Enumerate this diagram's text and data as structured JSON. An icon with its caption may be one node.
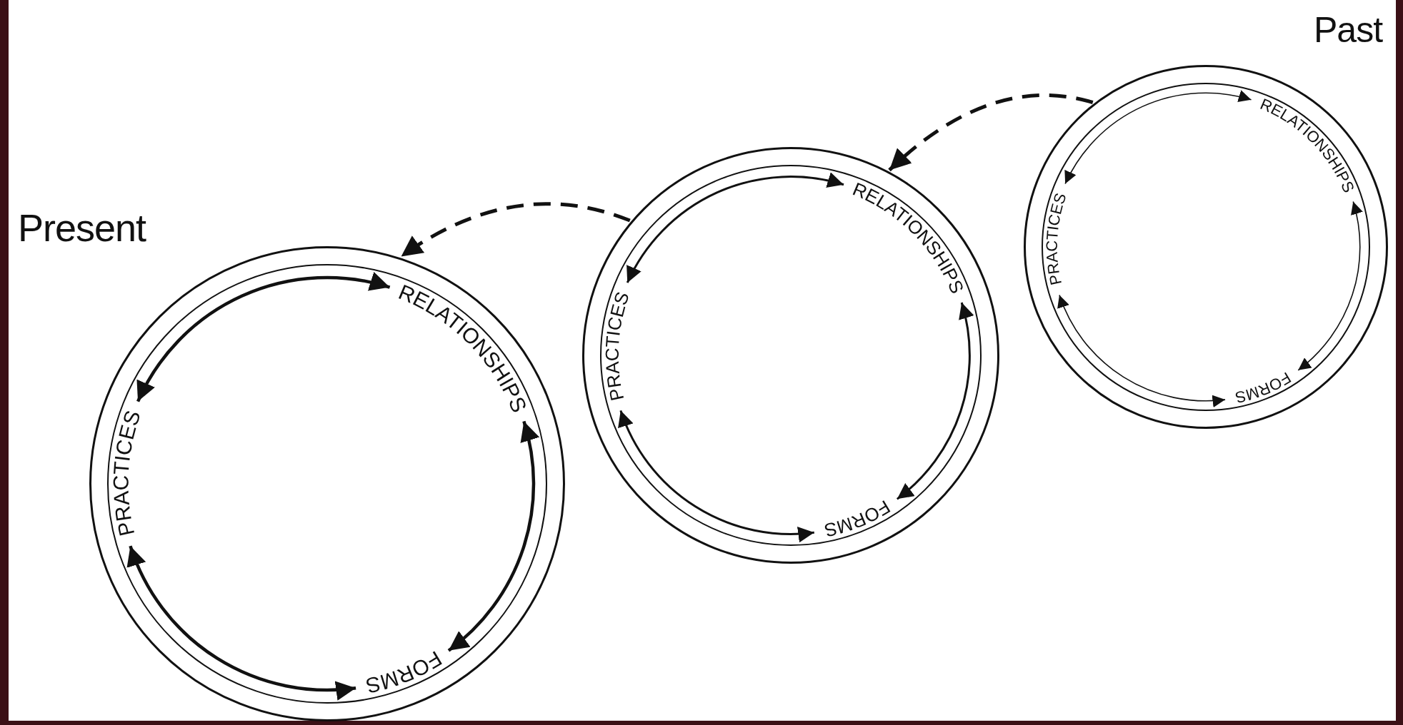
{
  "diagram": {
    "nodes": [
      {
        "text": [],
        "shape": "circle",
        "beside": [
          "Present"
        ]
      },
      {
        "text": [
          "RELATIONSHIPS"
        ],
        "in": 0
      },
      {
        "text": [
          "PRACTICES"
        ],
        "in": 0
      },
      {
        "text": [
          "FORMS"
        ],
        "in": 0
      },
      {
        "text": [],
        "shape": "circle"
      },
      {
        "text": [
          "RELATIONSHIPS"
        ],
        "in": 4
      },
      {
        "text": [
          "PRACTICES"
        ],
        "in": 4
      },
      {
        "text": [
          "FORMS"
        ],
        "in": 4
      },
      {
        "text": [],
        "shape": "circle",
        "beside": [
          "Past"
        ]
      },
      {
        "text": [
          "RELATIONSHIPS"
        ],
        "in": 8
      },
      {
        "text": [
          "PRACTICES"
        ],
        "in": 8
      },
      {
        "text": [
          "FORMS"
        ],
        "in": 8
      }
    ],
    "edges": [
      {
        "from": 2,
        "to": 1,
        "arrow": "both"
      },
      {
        "from": 1,
        "to": 3,
        "arrow": "both"
      },
      {
        "from": 2,
        "to": 3,
        "arrow": "both"
      },
      {
        "from": 6,
        "to": 5,
        "arrow": "both"
      },
      {
        "from": 5,
        "to": 7,
        "arrow": "both"
      },
      {
        "from": 6,
        "to": 7,
        "arrow": "both"
      },
      {
        "from": 10,
        "to": 9,
        "arrow": "both"
      },
      {
        "from": 9,
        "to": 11,
        "arrow": "both"
      },
      {
        "from": 10,
        "to": 11,
        "arrow": "both"
      },
      {
        "from": 8,
        "to": 4,
        "arrow": "to",
        "style": "dashed"
      },
      {
        "from": 4,
        "to": 0,
        "arrow": "to",
        "style": "dashed"
      }
    ]
  }
}
